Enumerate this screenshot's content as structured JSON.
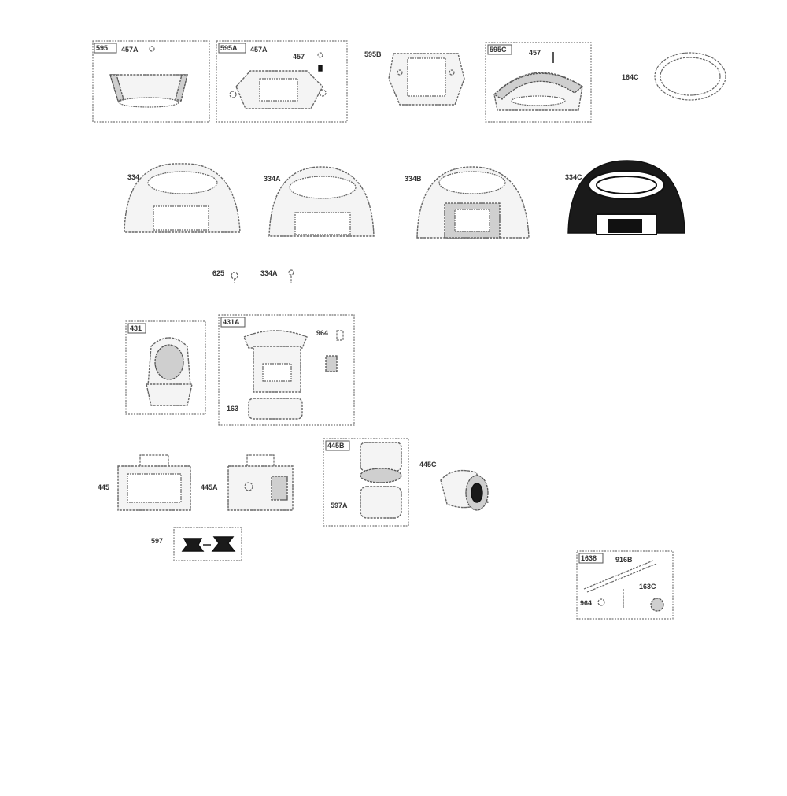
{
  "labels": {
    "l1": "595",
    "l2": "457A",
    "l3": "595A",
    "l4": "457A",
    "l5": "457",
    "l6": "595B",
    "l7": "595C",
    "l8": "457",
    "l9": "164C",
    "l10": "334",
    "l11": "334A",
    "l12": "334B",
    "l13": "334C",
    "l14": "625",
    "l15": "334A",
    "l16": "431",
    "l17": "431A",
    "l18": "964",
    "l19": "163",
    "l20": "445",
    "l21": "445A",
    "l22": "445B",
    "l23": "597A",
    "l24": "445C",
    "l25": "597",
    "l26": "1638",
    "l27": "916B",
    "l28": "964",
    "l29": "163C"
  }
}
